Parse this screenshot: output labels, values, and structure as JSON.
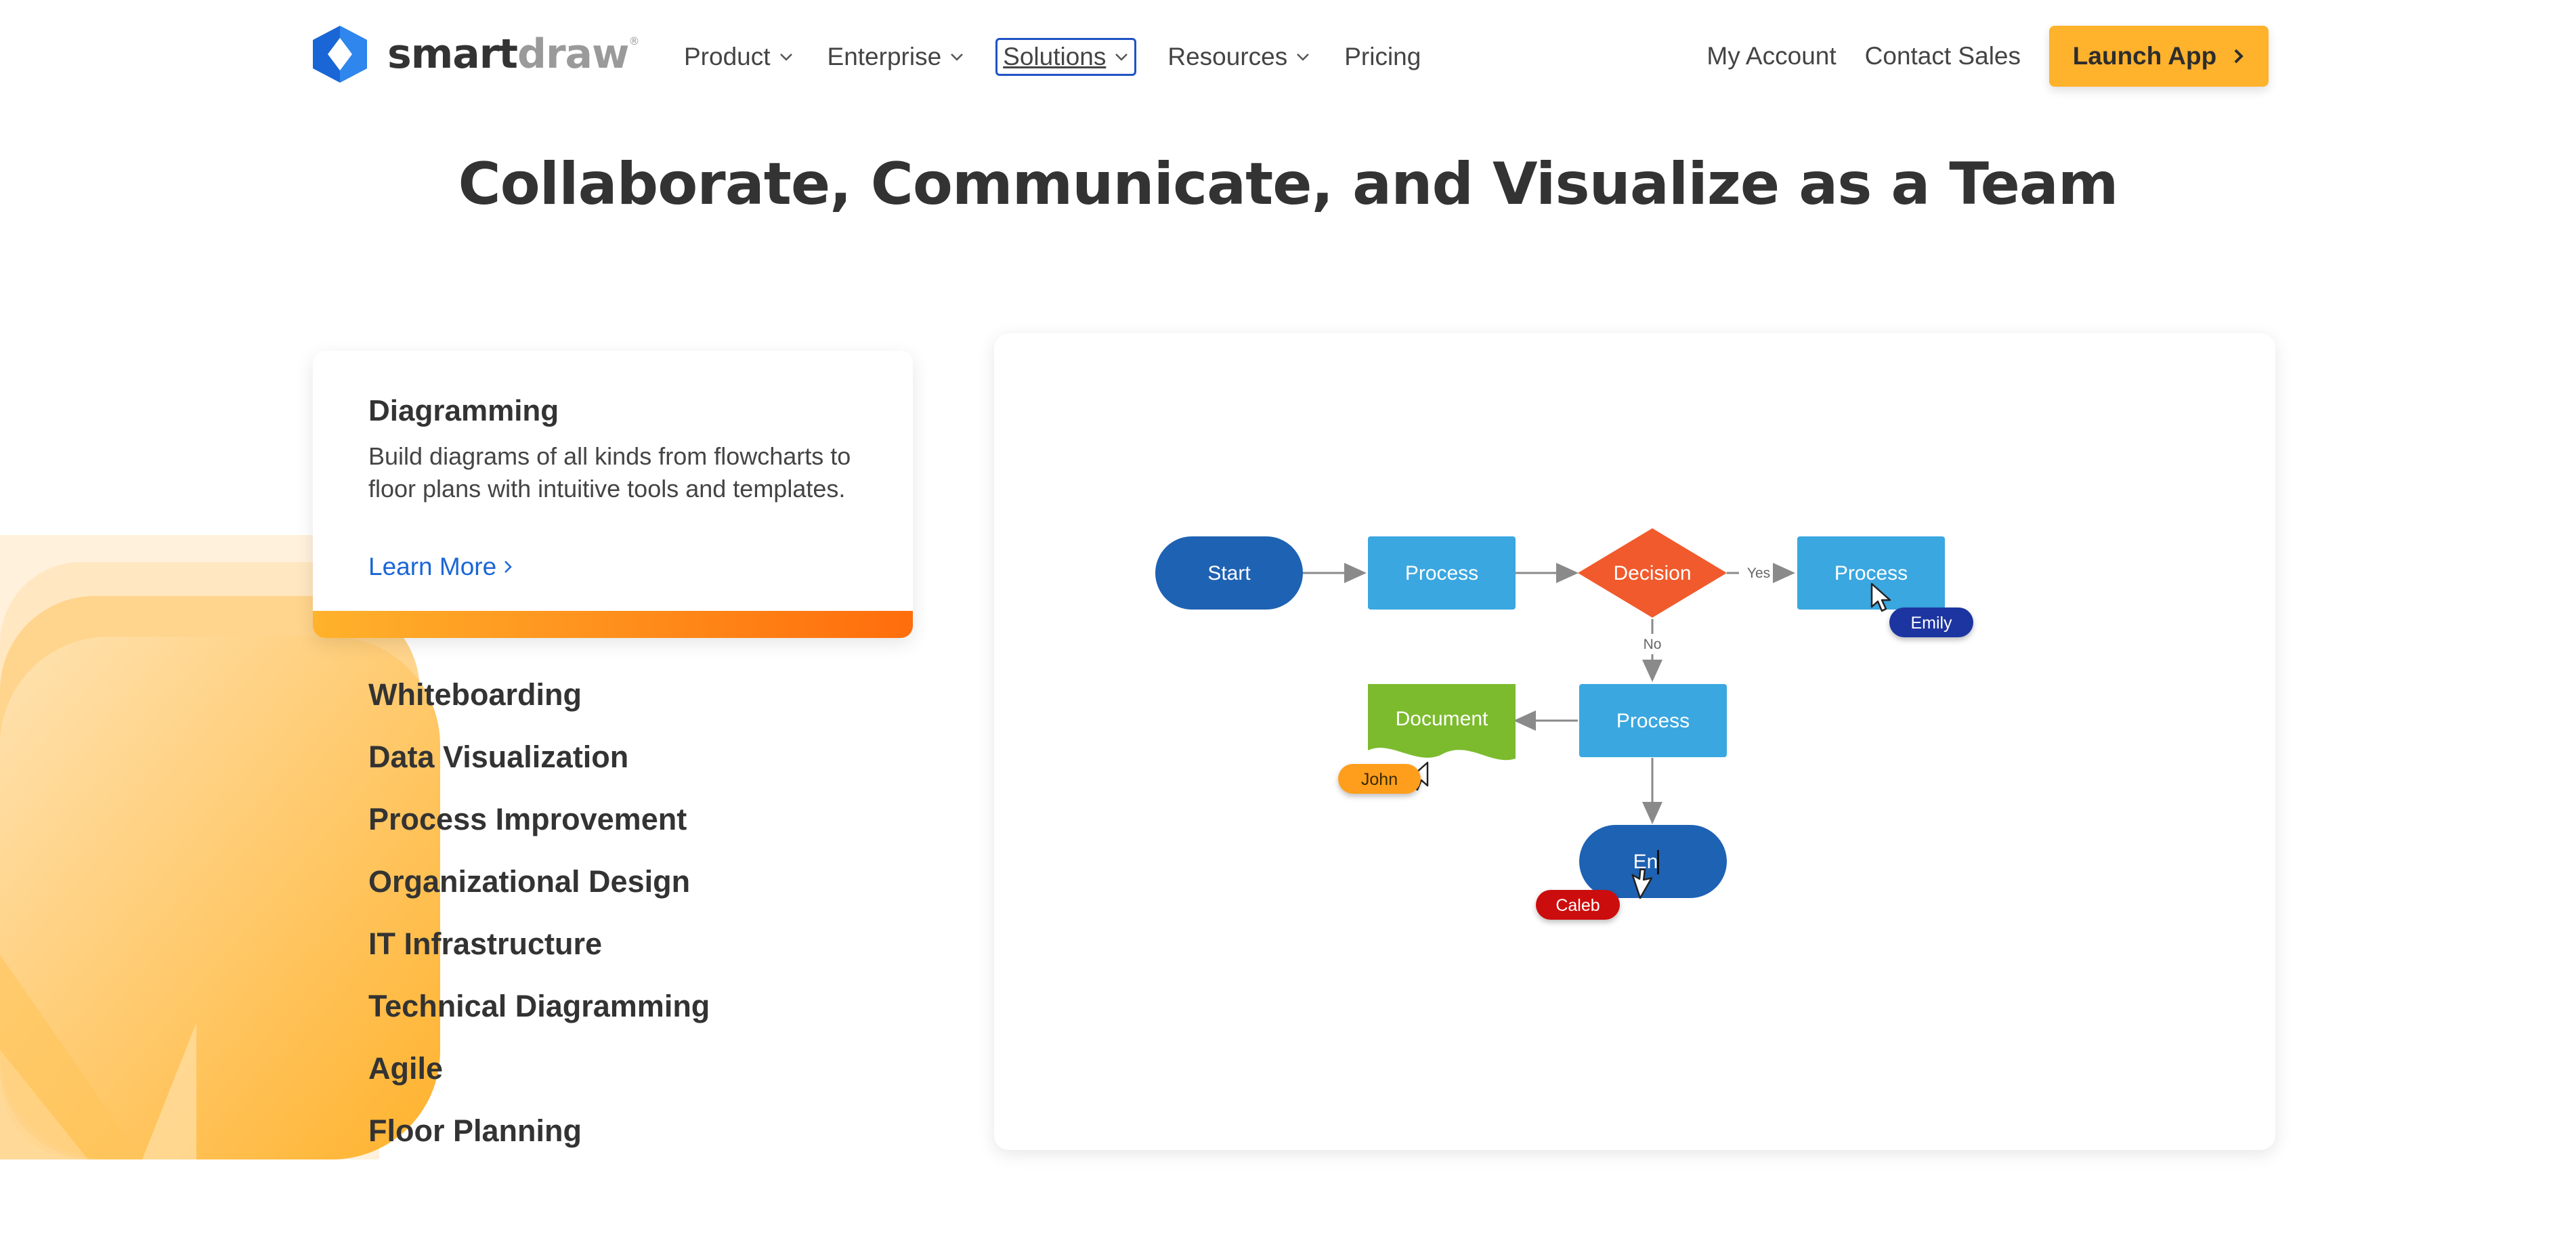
{
  "brand": {
    "name_part1": "smart",
    "name_part2": "draw",
    "trademark": "®"
  },
  "nav": {
    "items": [
      {
        "label": "Product",
        "has_dropdown": true
      },
      {
        "label": "Enterprise",
        "has_dropdown": true
      },
      {
        "label": "Solutions",
        "has_dropdown": true,
        "focused": true
      },
      {
        "label": "Resources",
        "has_dropdown": true
      },
      {
        "label": "Pricing",
        "has_dropdown": false
      }
    ],
    "my_account": "My Account",
    "contact_sales": "Contact Sales",
    "launch_app": "Launch App",
    "launch_icon": "chevron-right-icon"
  },
  "headline": "Collaborate, Communicate, and Visualize as a Team",
  "feature_card": {
    "title": "Diagramming",
    "description": "Build diagrams of all kinds from flowcharts to floor plans with intuitive tools and templates.",
    "link": "Learn More",
    "link_icon": "chevron-right-icon"
  },
  "features": [
    "Whiteboarding",
    "Data Visualization",
    "Process Improvement",
    "Organizational Design",
    "IT Infrastructure",
    "Technical Diagramming",
    "Agile",
    "Floor Planning"
  ],
  "flowchart": {
    "start": "Start",
    "process1": "Process",
    "decision": "Decision",
    "yes_label": "Yes",
    "no_label": "No",
    "process2": "Process",
    "process3": "Process",
    "document": "Document",
    "end_partial": "En",
    "users": {
      "emily": "Emily",
      "john": "John",
      "caleb": "Caleb"
    }
  },
  "colors": {
    "accent_orange": "#ffb22c",
    "decision": "#f15a2c",
    "process": "#3aa7e0",
    "terminator": "#1e62b3",
    "document": "#7cbb2e",
    "emily_tag": "#1b35a0",
    "john_tag": "#ff9e1b",
    "caleb_tag": "#cc0e0e",
    "link_blue": "#1a66d6"
  }
}
